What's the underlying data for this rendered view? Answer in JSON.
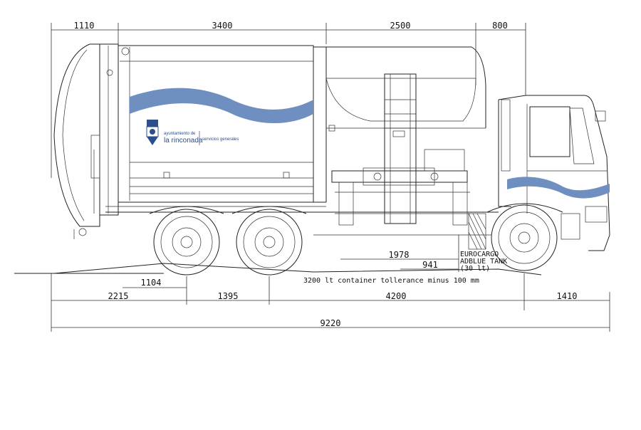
{
  "colors": {
    "wave": "#6f8fc0",
    "line": "#222222",
    "background": "#ffffff",
    "logo": "#2b4e8c"
  },
  "dimensions": {
    "top": [
      "1110",
      "3400",
      "2500",
      "800"
    ],
    "bottom_row": [
      "2215",
      "1395",
      "4200",
      "1410"
    ],
    "overall": "9220",
    "overhang": "1104",
    "inner_1": "1978",
    "inner_2": "941"
  },
  "notes": {
    "container": "3200 lt container tollerance minus 100 mm",
    "tank_line1": "EUROCARGO",
    "tank_line2": "ADBLUE TANK",
    "tank_line3": "(30 lt)"
  },
  "logo": {
    "line1": "ayuntamiento de",
    "line2": "la rinconada",
    "line3": "servicios generales"
  }
}
